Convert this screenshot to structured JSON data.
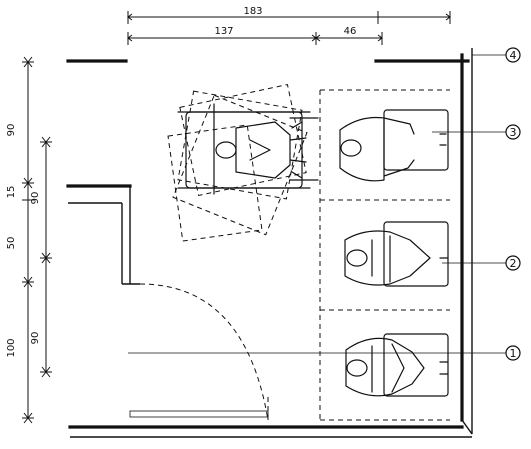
{
  "dimensions_top": {
    "overall": "183",
    "part_a": "137",
    "part_b": "46"
  },
  "dimensions_left_outer": [
    "90",
    "15",
    "50",
    "100"
  ],
  "dimensions_left_inner": [
    "90",
    "90"
  ],
  "callouts": [
    "4",
    "3",
    "2",
    "1"
  ]
}
